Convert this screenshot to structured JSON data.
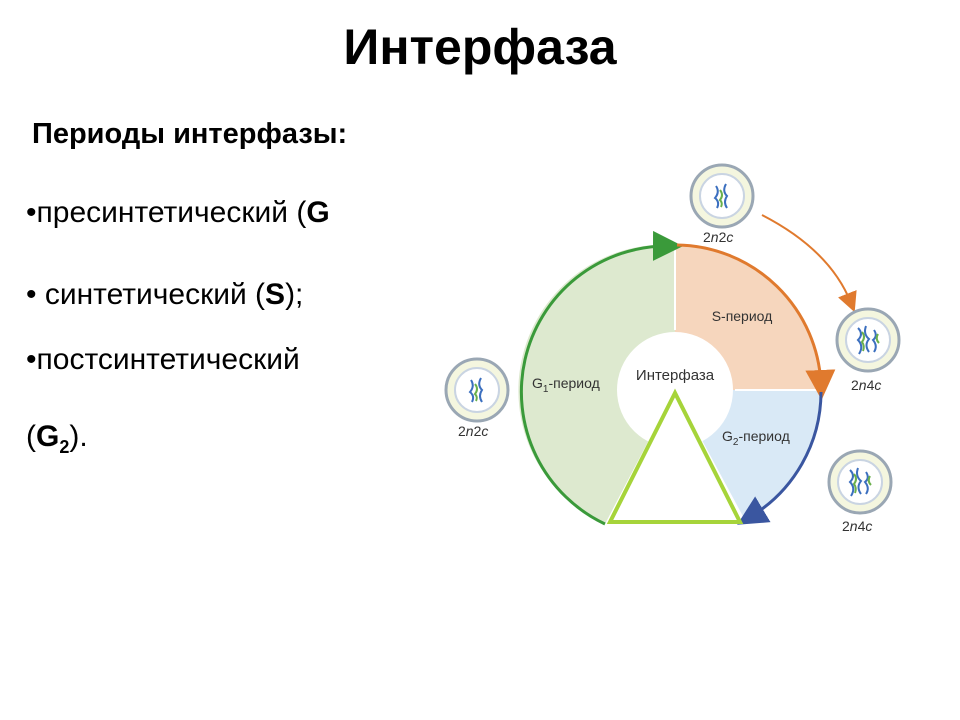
{
  "page": {
    "title": "Интерфаза",
    "subtitle": "Периоды интерфазы:",
    "items": [
      {
        "bullet": "•",
        "text": "пресинтетический (",
        "code": "G",
        "tail": ""
      },
      {
        "bullet": "• ",
        "text": "синтетический (",
        "code": "S",
        "tail": ");"
      },
      {
        "bullet": "•",
        "text": "постсинтетический",
        "code": "",
        "tail": ""
      },
      {
        "bullet": "",
        "text": "(",
        "code": "G",
        "sub": "2",
        "tail": ")."
      }
    ]
  },
  "diagram": {
    "center_label": "Интерфаза",
    "segments": {
      "g1": {
        "label": "G",
        "sub": "1",
        "suffix": "-период",
        "fill": "#dde9cf",
        "arc": "#3a9a3a"
      },
      "s": {
        "label": "S-период",
        "fill": "#f6d6bd",
        "arc": "#e07a2e"
      },
      "g2": {
        "label": "G",
        "sub": "2",
        "suffix": "-период",
        "fill": "#d9e9f6",
        "arc": "#3a56a0"
      }
    },
    "cells": [
      {
        "label_pre": "2",
        "label_n": "n",
        "label_mid": "2",
        "label_c": "c"
      },
      {
        "label_pre": "2",
        "label_n": "n",
        "label_mid": "4",
        "label_c": "c"
      },
      {
        "label_pre": "2",
        "label_n": "n",
        "label_mid": "4",
        "label_c": "c"
      },
      {
        "label_pre": "2",
        "label_n": "n",
        "label_mid": "2",
        "label_c": "c"
      }
    ],
    "triangle_color": "#a6d43a"
  }
}
